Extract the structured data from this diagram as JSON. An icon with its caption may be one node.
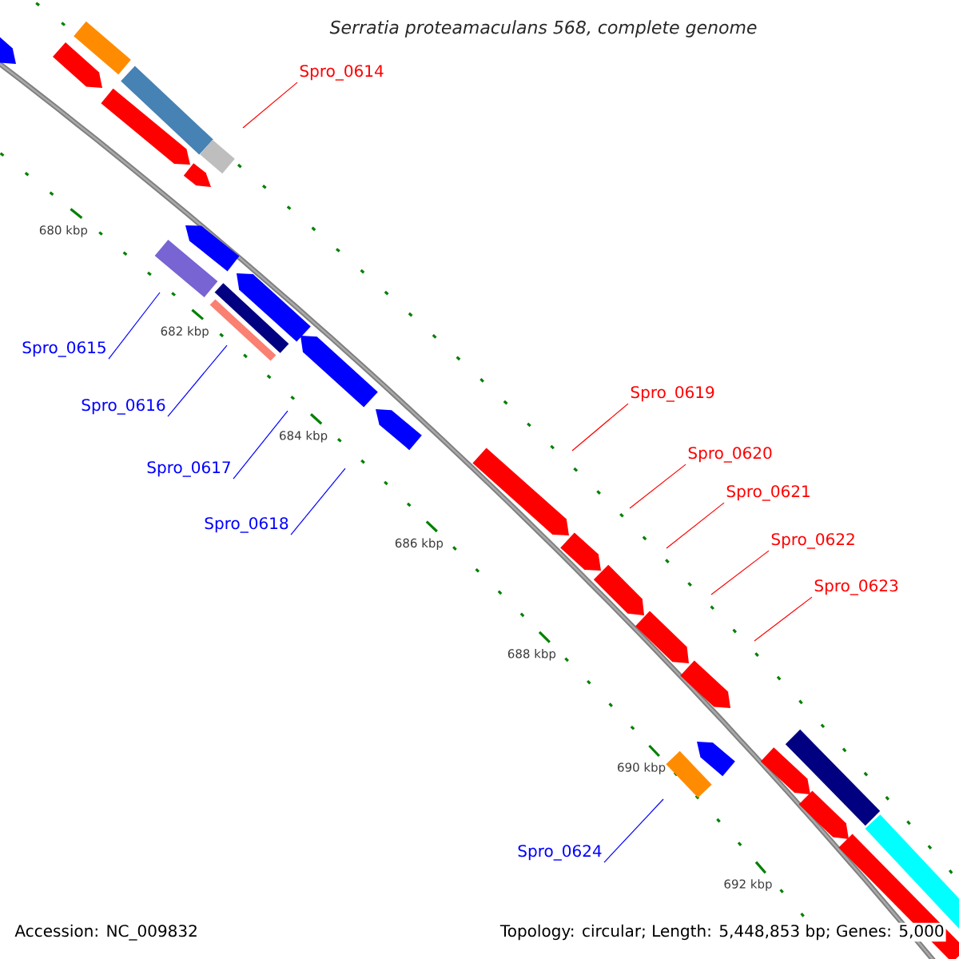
{
  "diagram": {
    "title": "Serratia proteamaculans 568, complete genome",
    "nodes": [
      {
        "text": [
          "Spro_0614"
        ]
      },
      {
        "text": [
          "Spro_0615"
        ]
      },
      {
        "text": [
          "Spro_0616"
        ]
      },
      {
        "text": [
          "Spro_0617"
        ]
      },
      {
        "text": [
          "Spro_0618"
        ]
      },
      {
        "text": [
          "Spro_0619"
        ]
      },
      {
        "text": [
          "Spro_0620"
        ]
      },
      {
        "text": [
          "Spro_0621"
        ]
      },
      {
        "text": [
          "Spro_0622"
        ]
      },
      {
        "text": [
          "Spro_0623"
        ]
      },
      {
        "text": [
          "Spro_0624"
        ]
      }
    ],
    "edges": [
      {
        "from": 0,
        "to": null,
        "arrow": "none",
        "color": "#ff0000"
      },
      {
        "from": 1,
        "to": null,
        "arrow": "none",
        "color": "#0000ff"
      },
      {
        "from": 2,
        "to": null,
        "arrow": "none",
        "color": "#0000ff"
      },
      {
        "from": 3,
        "to": null,
        "arrow": "none",
        "color": "#0000ff"
      },
      {
        "from": 4,
        "to": null,
        "arrow": "none",
        "color": "#0000ff"
      },
      {
        "from": 5,
        "to": null,
        "arrow": "none",
        "color": "#ff0000"
      },
      {
        "from": 6,
        "to": null,
        "arrow": "none",
        "color": "#ff0000"
      },
      {
        "from": 7,
        "to": null,
        "arrow": "none",
        "color": "#ff0000"
      },
      {
        "from": 8,
        "to": null,
        "arrow": "none",
        "color": "#ff0000"
      },
      {
        "from": 9,
        "to": null,
        "arrow": "none",
        "color": "#ff0000"
      },
      {
        "from": 10,
        "to": null,
        "arrow": "none",
        "color": "#0000ff"
      }
    ],
    "labels": [
      "680 kbp",
      "682 kbp",
      "684 kbp",
      "686 kbp",
      "688 kbp",
      "690 kbp",
      "692 kbp",
      "Accession: NC_009832",
      "Topology: circular; Length: 5,448,853 bp; Genes: 5,000"
    ]
  }
}
